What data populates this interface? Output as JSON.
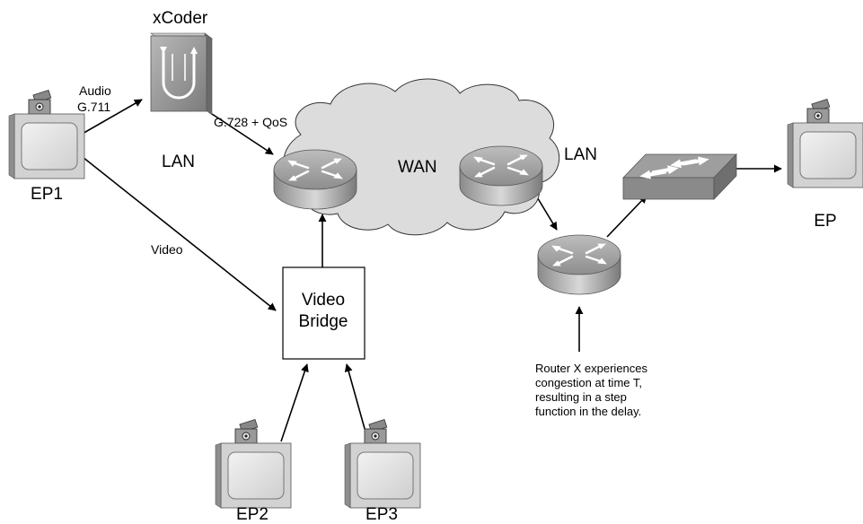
{
  "labels": {
    "xcoder": "xCoder",
    "audio_line1": "Audio",
    "audio_line2": "G.711",
    "g728": "G.728 + QoS",
    "lan_left": "LAN",
    "lan_right": "LAN",
    "wan": "WAN",
    "video": "Video",
    "video_bridge_line1": "Video",
    "video_bridge_line2": "Bridge",
    "ep1": "EP1",
    "ep2": "EP2",
    "ep3": "EP3",
    "ep": "EP"
  },
  "note": {
    "line1": "Router X experiences",
    "line2": "congestion at time T,",
    "line3": "resulting in a step",
    "line4": "function in the delay."
  }
}
